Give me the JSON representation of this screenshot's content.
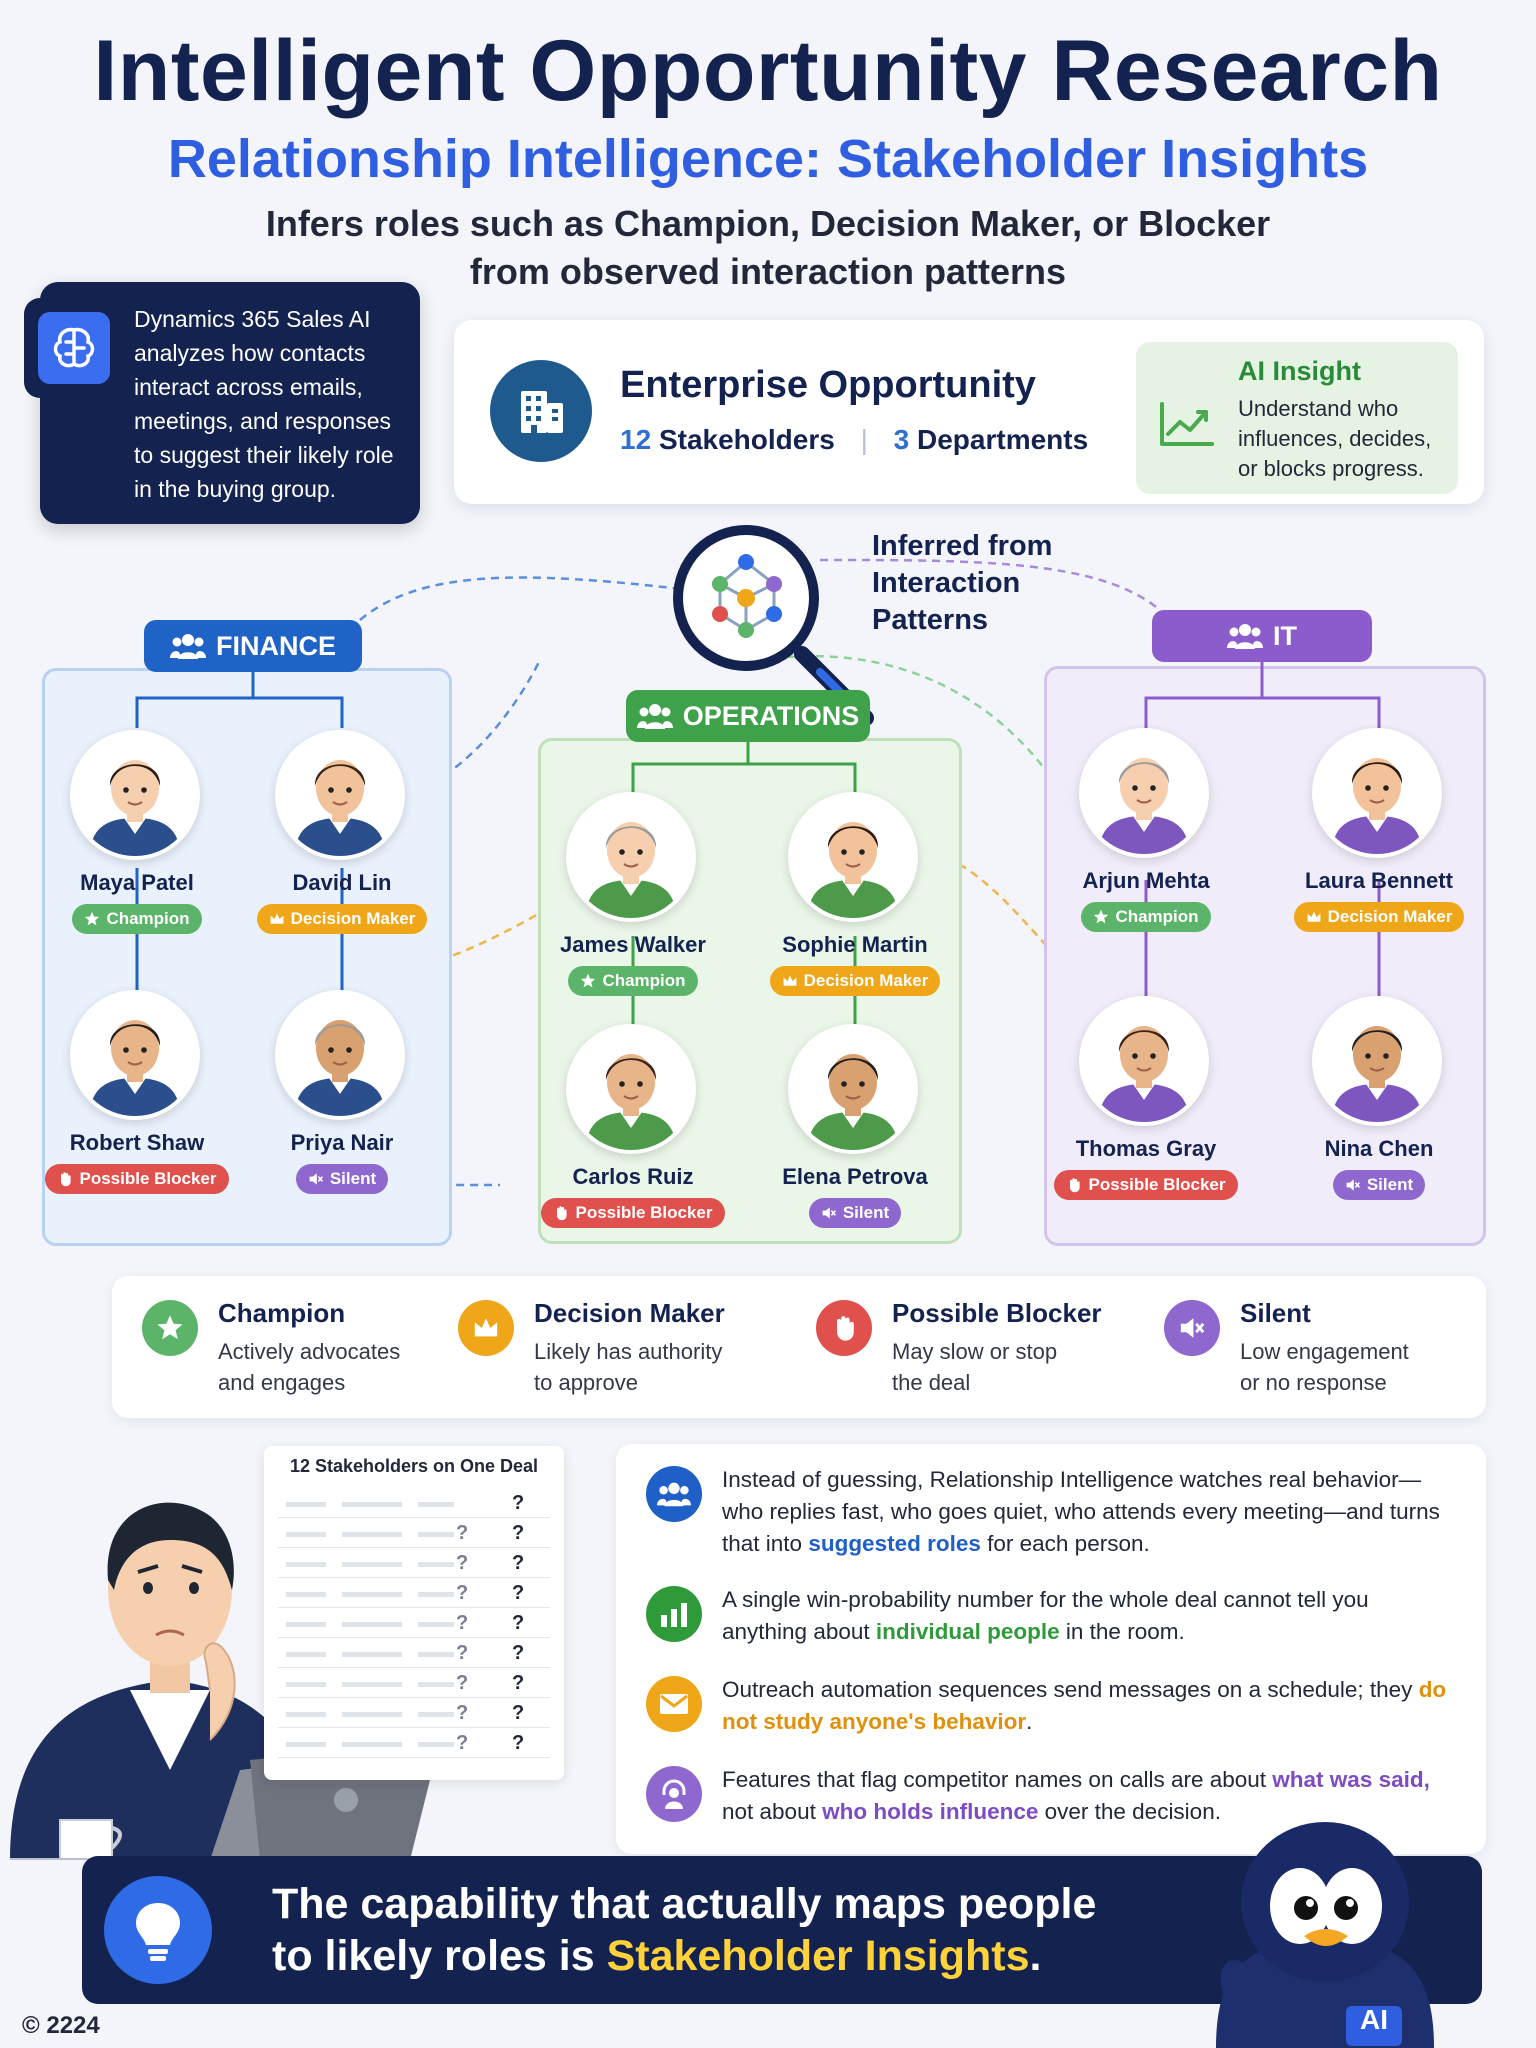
{
  "header": {
    "title": "Intelligent Opportunity Research",
    "subtitle": "Relationship Intelligence: Stakeholder Insights",
    "tagline_line1": "Infers roles such as Champion, Decision Maker, or Blocker",
    "tagline_line2": "from observed interaction patterns"
  },
  "d365_card": {
    "icon": "brain-icon",
    "text": "Dynamics 365 Sales AI analyzes how contacts interact across emails, meetings, and responses to suggest their likely role in the buying group."
  },
  "opportunity": {
    "icon": "building-icon",
    "title": "Enterprise Opportunity",
    "stakeholders_count": "12",
    "stakeholders_label": "Stakeholders",
    "departments_count": "3",
    "departments_label": "Departments",
    "insight_title": "AI Insight",
    "insight_text": "Understand who influences, decides, or blocks progress."
  },
  "lens": {
    "icon": "network-magnifier-icon",
    "label_line1": "Inferred from",
    "label_line2": "Interaction",
    "label_line3": "Patterns"
  },
  "departments": {
    "finance": {
      "label": "FINANCE",
      "people": [
        {
          "name": "Maya Patel",
          "role": "Champion"
        },
        {
          "name": "David Lin",
          "role": "Decision Maker"
        },
        {
          "name": "Robert Shaw",
          "role": "Possible Blocker"
        },
        {
          "name": "Priya Nair",
          "role": "Silent"
        }
      ]
    },
    "operations": {
      "label": "OPERATIONS",
      "people": [
        {
          "name": "James Walker",
          "role": "Champion"
        },
        {
          "name": "Sophie Martin",
          "role": "Decision Maker"
        },
        {
          "name": "Carlos Ruiz",
          "role": "Possible Blocker"
        },
        {
          "name": "Elena Petrova",
          "role": "Silent"
        }
      ]
    },
    "it": {
      "label": "IT",
      "people": [
        {
          "name": "Arjun Mehta",
          "role": "Champion"
        },
        {
          "name": "Laura Bennett",
          "role": "Decision Maker"
        },
        {
          "name": "Thomas Gray",
          "role": "Possible Blocker"
        },
        {
          "name": "Nina Chen",
          "role": "Silent"
        }
      ]
    }
  },
  "legend": [
    {
      "title": "Champion",
      "line1": "Actively advocates",
      "line2": "and engages",
      "icon": "star-icon",
      "color": "#5bb469"
    },
    {
      "title": "Decision Maker",
      "line1": "Likely has authority",
      "line2": "to approve",
      "icon": "crown-icon",
      "color": "#f0a619"
    },
    {
      "title": "Possible Blocker",
      "line1": "May slow or stop",
      "line2": "the deal",
      "icon": "hand-icon",
      "color": "#e0514d"
    },
    {
      "title": "Silent",
      "line1": "Low engagement",
      "line2": "or no response",
      "icon": "muted-speaker-icon",
      "color": "#8f68cf"
    }
  ],
  "sheet": {
    "title": "12 Stakeholders on One Deal",
    "mark": "?"
  },
  "explanations": {
    "item1": {
      "before": "Instead of guessing, Relationship Intelligence watches real behavior—who replies fast, who goes quiet, who attends every meeting—and turns that into ",
      "highlight": "suggested roles",
      "after": " for each person."
    },
    "item2": {
      "before": "A single win-probability number for the whole deal cannot tell you anything about ",
      "highlight": "individual people",
      "after": " in the room."
    },
    "item3": {
      "before": "Outreach automation sequences send messages on a schedule; they ",
      "highlight": "do not study anyone's behavior",
      "after": "."
    },
    "item4": {
      "before": "Features that flag competitor names on calls are about ",
      "highlight": "what was said,",
      "middle": " not about ",
      "highlight2": "who holds influence",
      "after": " over the decision."
    }
  },
  "banner": {
    "line1": "The capability that actually maps people",
    "line2_before": "to likely roles is ",
    "line2_highlight": "Stakeholder Insights",
    "line2_after": "."
  },
  "mascot": {
    "badge": "AI"
  },
  "footer": {
    "copyright": "© 2224"
  },
  "colors": {
    "navy": "#14224f",
    "blue": "#2f5fe0",
    "finance": "#1f63c6",
    "operations": "#3fa24a",
    "it": "#8c5ccc"
  }
}
